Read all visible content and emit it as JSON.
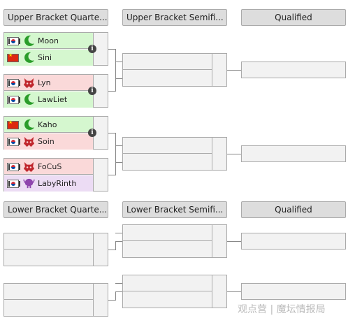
{
  "headers": {
    "ub_quarter": "Upper Bracket Quarte...",
    "ub_semi": "Upper Bracket Semifi...",
    "ub_qualified": "Qualified",
    "lb_quarter": "Lower Bracket Quarte...",
    "lb_semi": "Lower Bracket Semifi...",
    "lb_qualified": "Qualified"
  },
  "upper_quarterfinals": [
    {
      "p1": {
        "name": "Moon",
        "flag": "kr",
        "race": "night-elf-icon",
        "state": "win"
      },
      "p2": {
        "name": "Sini",
        "flag": "cn",
        "race": "night-elf-icon",
        "state": "win"
      }
    },
    {
      "p1": {
        "name": "Lyn",
        "flag": "kr",
        "race": "orc-icon",
        "state": "lose"
      },
      "p2": {
        "name": "LawLiet",
        "flag": "kr",
        "race": "night-elf-icon",
        "state": "win"
      }
    },
    {
      "p1": {
        "name": "Kaho",
        "flag": "cn",
        "race": "night-elf-icon",
        "state": "win"
      },
      "p2": {
        "name": "Soin",
        "flag": "kr",
        "race": "orc-icon",
        "state": "lose"
      }
    },
    {
      "p1": {
        "name": "FoCuS",
        "flag": "kr",
        "race": "orc-icon",
        "state": "lose"
      },
      "p2": {
        "name": "LabyRinth",
        "flag": "kr",
        "race": "undead-icon",
        "state": "purple"
      }
    }
  ],
  "colors": {
    "win": "#d5f7cf",
    "lose": "#fad9d9",
    "purple": "#ecdcf4",
    "empty": "#f2f2f2",
    "header": "#dddddd",
    "night_elf": "#2a9d2a",
    "orc": "#c0272d",
    "undead": "#8e44ad"
  },
  "watermark": "观点营 | 魔坛情报局"
}
